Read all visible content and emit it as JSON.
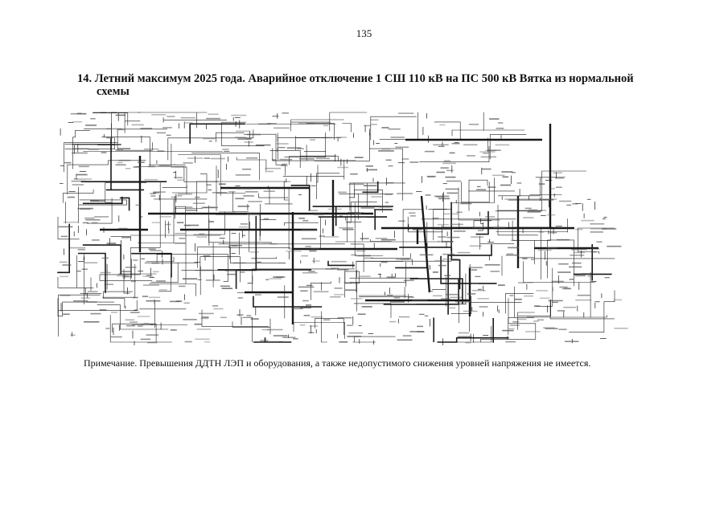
{
  "page": {
    "number": "135",
    "heading_line1": "14. Летний максимум 2025 года. Аварийное отключение 1 СШ 110 кВ на ПС 500 кВ Вятка из нормальной",
    "heading_line2": "схемы",
    "note": "Примечание. Превышения ДДТН ЛЭП и оборудования, а также недопустимого снижения уровней напряжения не имеется."
  },
  "colors": {
    "ink": "#1a1a1a",
    "paper": "#ffffff"
  }
}
